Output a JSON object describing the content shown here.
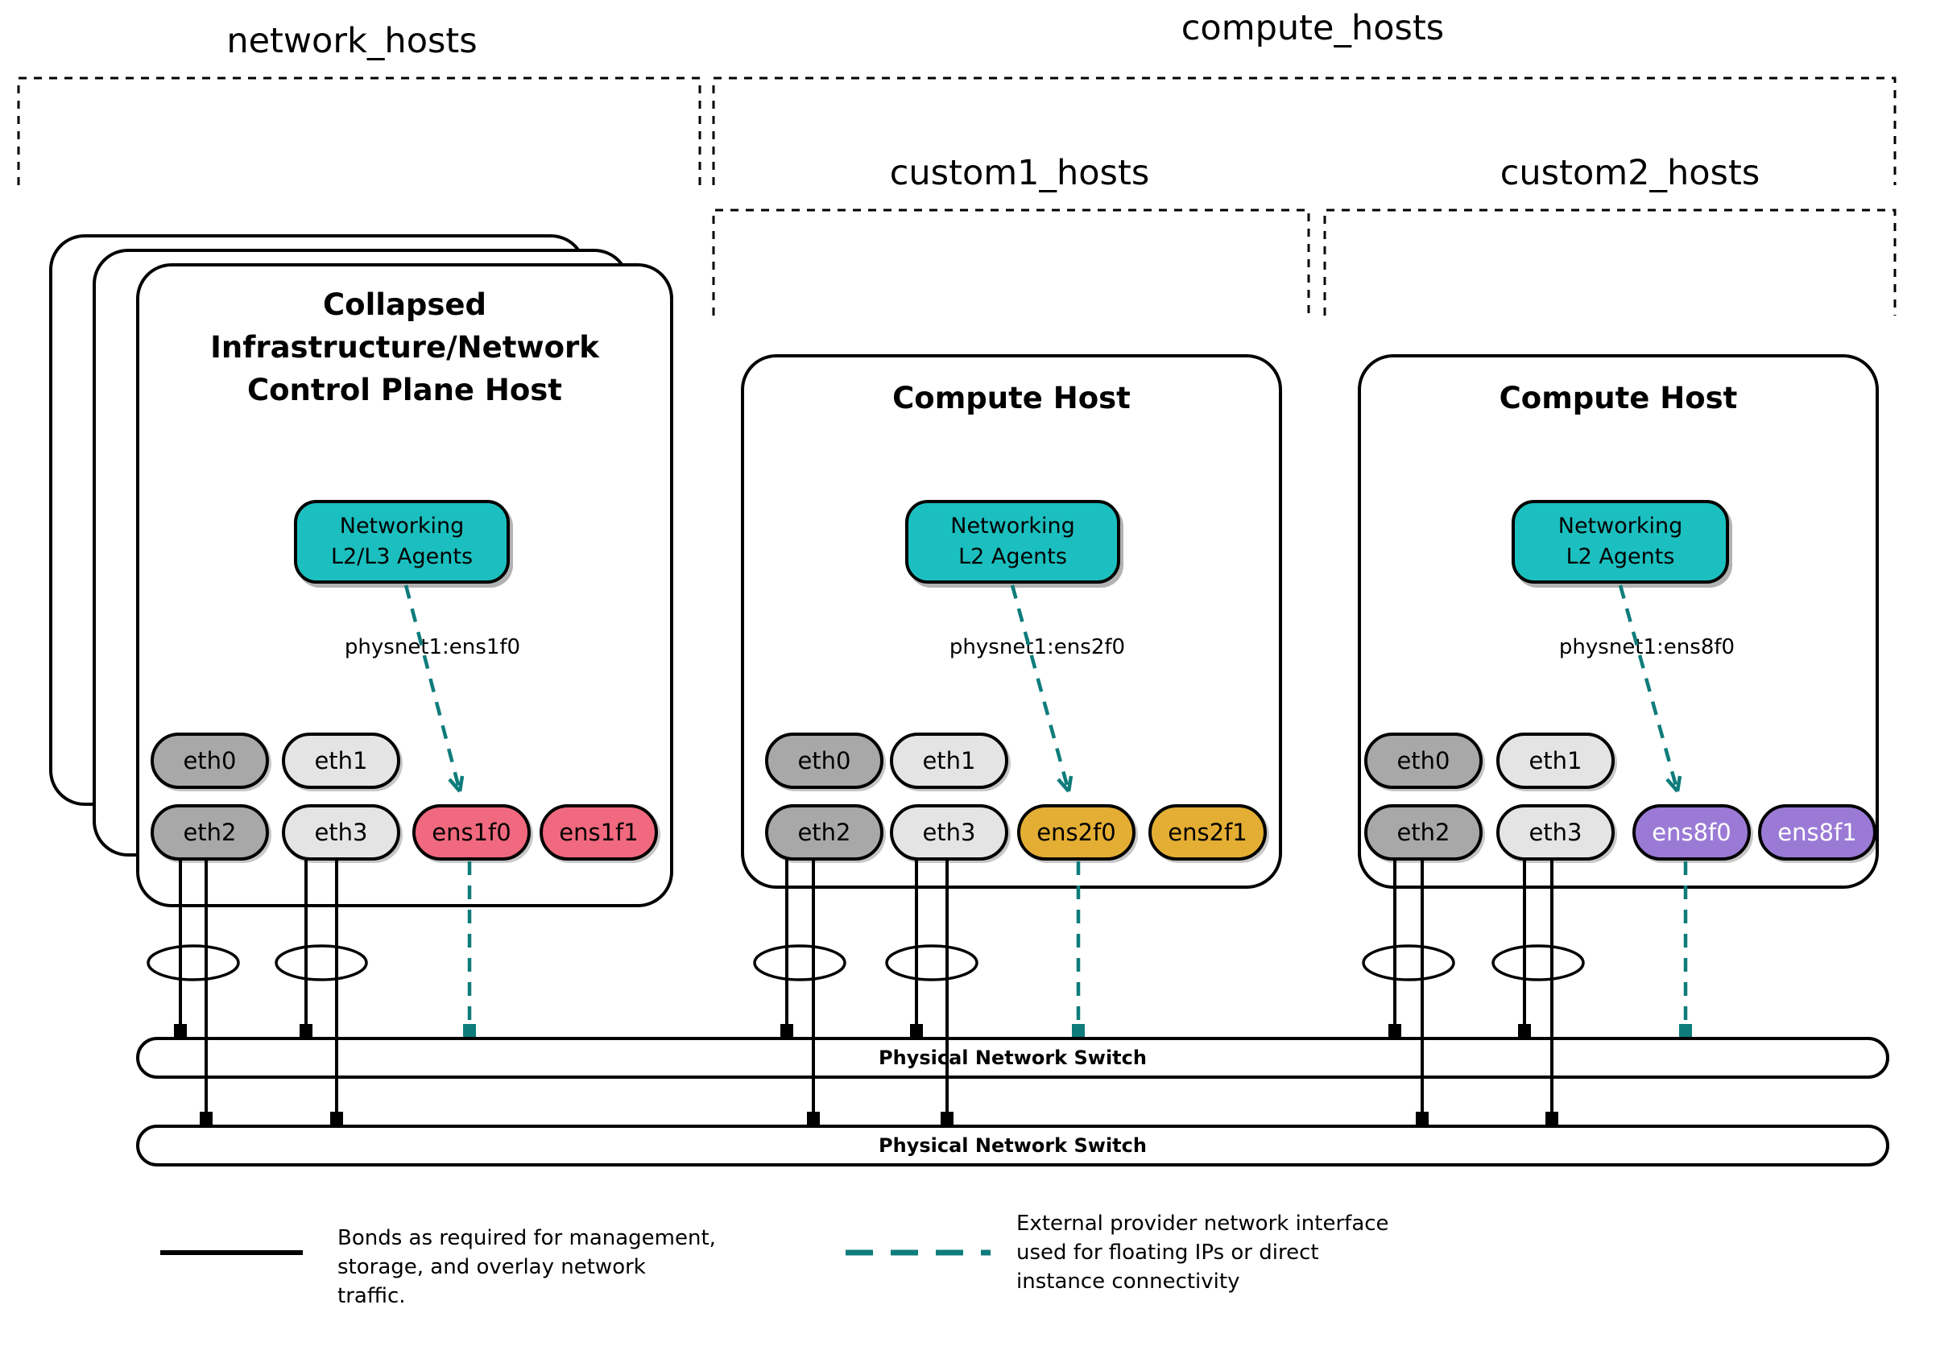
{
  "groups": [
    {
      "label": "network_hosts"
    },
    {
      "label": "compute_hosts"
    },
    {
      "label": "custom1_hosts"
    },
    {
      "label": "custom2_hosts"
    }
  ],
  "hosts": [
    {
      "title_lines": [
        "Collapsed",
        "Infrastructure/Network",
        "Control Plane Host"
      ],
      "agent_lines": [
        "Networking",
        "L2/L3 Agents"
      ],
      "physnet_label": "physnet1:ens1f0",
      "nics": [
        {
          "label": "eth0"
        },
        {
          "label": "eth1"
        },
        {
          "label": "eth2"
        },
        {
          "label": "eth3"
        },
        {
          "label": "ens1f0"
        },
        {
          "label": "ens1f1"
        }
      ]
    },
    {
      "title_lines": [
        "Compute Host"
      ],
      "agent_lines": [
        "Networking",
        "L2 Agents"
      ],
      "physnet_label": "physnet1:ens2f0",
      "nics": [
        {
          "label": "eth0"
        },
        {
          "label": "eth1"
        },
        {
          "label": "eth2"
        },
        {
          "label": "eth3"
        },
        {
          "label": "ens2f0"
        },
        {
          "label": "ens2f1"
        }
      ]
    },
    {
      "title_lines": [
        "Compute Host"
      ],
      "agent_lines": [
        "Networking",
        "L2 Agents"
      ],
      "physnet_label": "physnet1:ens8f0",
      "nics": [
        {
          "label": "eth0"
        },
        {
          "label": "eth1"
        },
        {
          "label": "eth2"
        },
        {
          "label": "eth3"
        },
        {
          "label": "ens8f0"
        },
        {
          "label": "ens8f1"
        }
      ]
    }
  ],
  "switches": [
    {
      "label": "Physical Network Switch"
    },
    {
      "label": "Physical Network Switch"
    }
  ],
  "legend": [
    {
      "symbol": "solid-black-line",
      "lines": [
        "Bonds as required for management,",
        "storage, and overlay network traffic."
      ]
    },
    {
      "symbol": "dashed-teal-line",
      "lines": [
        "External provider network interface",
        "used for floating IPs or direct",
        "instance connectivity"
      ]
    }
  ],
  "colors": {
    "agent_fill": "#1CBFBF",
    "dash_teal": "#0E7C7B",
    "nic_gray_dark": "#A8A8A8",
    "nic_gray_light": "#E4E4E4",
    "nic_pink": "#F0697E",
    "nic_gold": "#E3AE33",
    "nic_purple": "#9B7AD6",
    "line_black": "#000000"
  }
}
